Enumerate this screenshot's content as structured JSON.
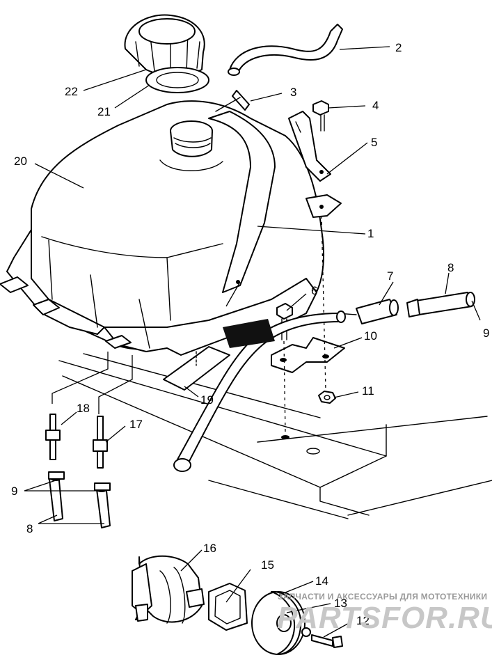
{
  "callouts": {
    "c1": "1",
    "c2": "2",
    "c3": "3",
    "c4": "4",
    "c5": "5",
    "c6": "6",
    "c7": "7",
    "c8a": "8",
    "c8b": "8",
    "c9a": "9",
    "c9b": "9",
    "c10": "10",
    "c11": "11",
    "c12": "12",
    "c13": "13",
    "c14": "14",
    "c15": "15",
    "c16": "16",
    "c17": "17",
    "c18": "18",
    "c19": "19",
    "c20": "20",
    "c21": "21",
    "c22": "22"
  },
  "watermark": {
    "line1": "ЗАПЧАСТИ И АКСЕССУАРЫ ДЛЯ МОТОТЕХНИКИ",
    "line2": "PARTSFOR.RU"
  }
}
